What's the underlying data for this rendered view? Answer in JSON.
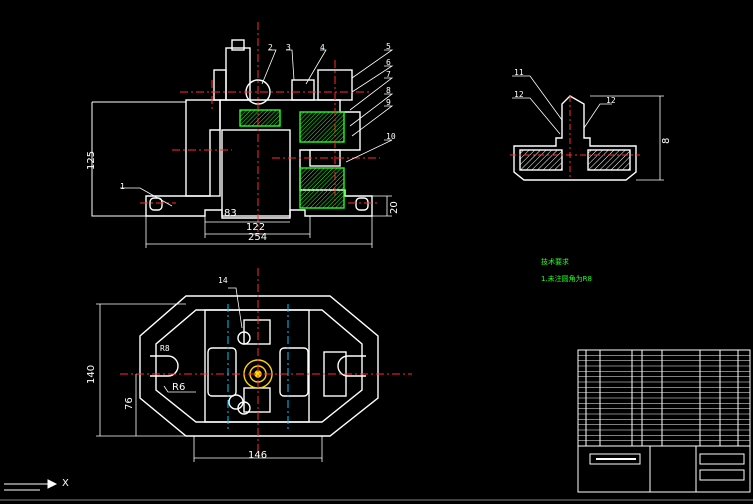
{
  "drawing": {
    "background_color": "#000000",
    "line_color": "#ffffff",
    "centerline_color": "#ff2a2a",
    "hatch_color": "#ffffff",
    "accent_green": "#22ff22",
    "accent_cyan": "#00c8ff",
    "accent_yellow": "#ffd400"
  },
  "balloons": {
    "front": [
      "1",
      "2",
      "3",
      "4",
      "5",
      "6",
      "7",
      "8",
      "9",
      "10"
    ],
    "side": [
      "11",
      "12",
      "12"
    ],
    "top": [
      "14"
    ]
  },
  "dimensions": {
    "width_83": "83",
    "width_122": "122",
    "width_254": "254",
    "height_left": "125",
    "height_20": "20",
    "side_height": "8",
    "plan_140": "140",
    "plan_146": "146",
    "plan_76": "76",
    "plan_r6": "R6",
    "plan_r8": "R8"
  },
  "notes": {
    "title": "技术要求",
    "item1": "1.未注圆角为R8"
  },
  "ucs": {
    "x_label": "X"
  },
  "title_block": {
    "rows": 18
  }
}
